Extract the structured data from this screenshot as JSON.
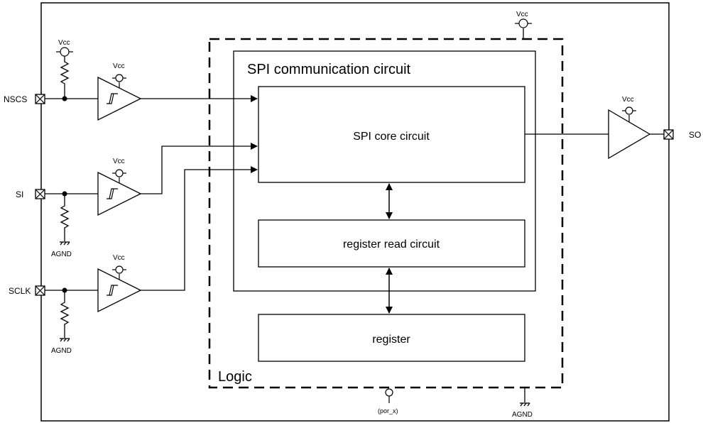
{
  "pins": {
    "nscs": "NSCS",
    "si": "SI",
    "sclk": "SCLK",
    "so": "SO"
  },
  "supply": {
    "vcc": "Vcc",
    "agnd": "AGND",
    "por": "(por_x)"
  },
  "blocks": {
    "spi_comm": "SPI communication circuit",
    "spi_core": "SPI core circuit",
    "reg_read": "register read circuit",
    "register": "register",
    "logic": "Logic"
  },
  "colors": {
    "line": "#000000",
    "background": "#ffffff"
  }
}
